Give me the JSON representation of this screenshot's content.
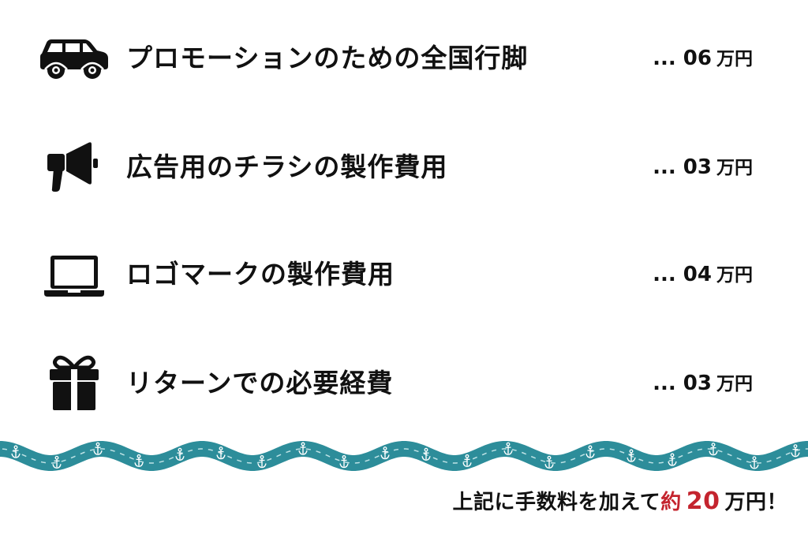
{
  "colors": {
    "text": "#111111",
    "accent": "#c4242e",
    "ribbon": "#2d8d9a"
  },
  "items": [
    {
      "icon": "car-icon",
      "label": "プロモーションのための全国行脚",
      "amount": "... 06",
      "unit": "万円"
    },
    {
      "icon": "megaphone-icon",
      "label": "広告用のチラシの製作費用",
      "amount": "... 03",
      "unit": "万円"
    },
    {
      "icon": "laptop-icon",
      "label": "ロゴマークの製作費用",
      "amount": "... 04",
      "unit": "万円"
    },
    {
      "icon": "gift-icon",
      "label": "リターンでの必要経費",
      "amount": "... 03",
      "unit": "万円"
    }
  ],
  "decoration": {
    "icon": "anchor-icon"
  },
  "summary": {
    "prefix": "上記に手数料を加えて",
    "accent": "約",
    "value": "20",
    "unit": "万円！"
  }
}
